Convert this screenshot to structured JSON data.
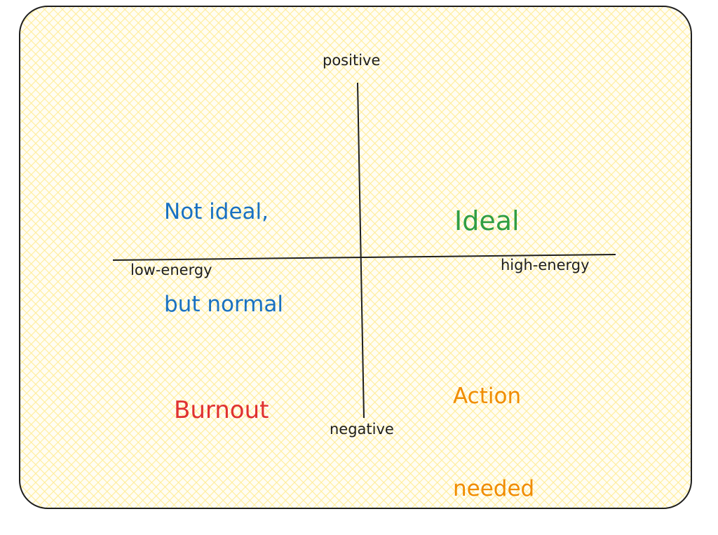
{
  "axes": {
    "top": "positive",
    "bottom": "negative",
    "left": "low-energy",
    "right": "high-energy"
  },
  "quadrants": {
    "top_left": {
      "line1": "Not ideal,",
      "line2": "but normal",
      "color": "#1971c2"
    },
    "top_right": {
      "line1": "Ideal",
      "color": "#2f9e44"
    },
    "bottom_left": {
      "line1": "Burnout",
      "color": "#e03131"
    },
    "bottom_right": {
      "line1": "Action",
      "line2": "needed",
      "color": "#f08c00"
    }
  },
  "colors": {
    "background_hatch": "#ffec99",
    "stroke": "#1e1e1e"
  }
}
